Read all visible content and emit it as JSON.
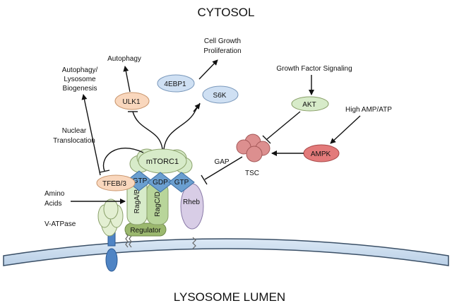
{
  "regions": {
    "top": "CYTOSOL",
    "bottom": "LYSOSOME LUMEN"
  },
  "nodes": {
    "ulk1": "ULK1",
    "ebp1": "4EBP1",
    "s6k": "S6K",
    "mtorc1": "mTORC1",
    "tfeb": "TFEB/3",
    "rheb": "Rheb",
    "akt": "AKT",
    "ampk": "AMPK",
    "tsc": "TSC",
    "ragab": "RagA/B",
    "ragcd": "RagC/D",
    "regulator": "Regulator",
    "gtp1": "GTP",
    "gdp": "GDP",
    "gtp2": "GTP"
  },
  "labels": {
    "autophagy": "Autophagy",
    "autophagy_lys_1": "Autophagy/",
    "autophagy_lys_2": "Lysosome",
    "autophagy_lys_3": "Biogenesis",
    "cell_growth_1": "Cell Growth",
    "cell_growth_2": "Proliferation",
    "growth_factor": "Growth Factor Signaling",
    "high_amp": "High AMP/ATP",
    "nuclear_1": "Nuclear",
    "nuclear_2": "Translocation",
    "gap": "GAP",
    "amino_1": "Amino",
    "amino_2": "Acids",
    "vatpase": "V-ATPase"
  },
  "colors": {
    "ulk1_fill": "#f9d7bd",
    "blue_node_fill": "#cfe0f3",
    "green_node_fill": "#d7ebc9",
    "ampk_fill": "#e37a7a",
    "tsc_fill": "#dc8f8f",
    "rheb_fill": "#d8cde6",
    "gtp_fill": "#6b9fd0",
    "membrane_fill": "#c9dcef",
    "vatpase_fill": "#e3efd2",
    "anchor_fill": "#4f84c4"
  }
}
